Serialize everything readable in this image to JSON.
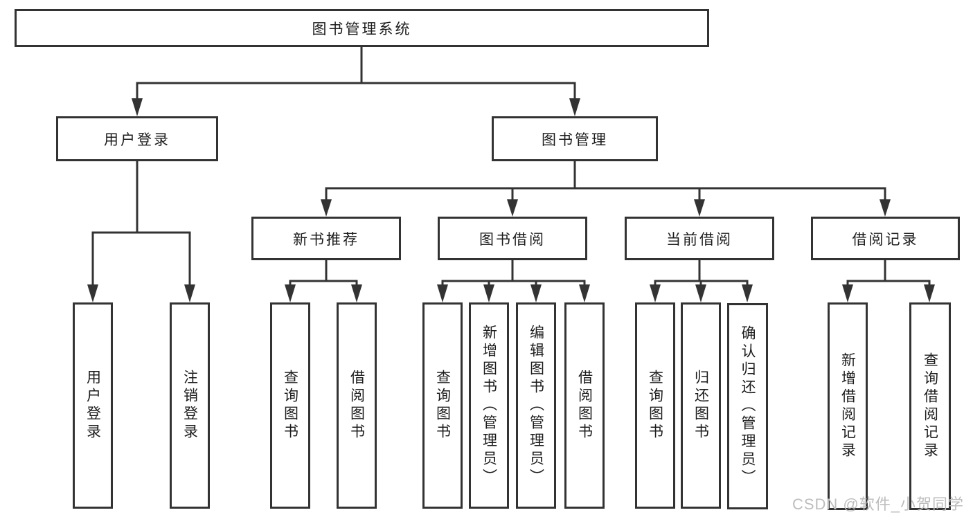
{
  "root": {
    "label": "图书管理系统"
  },
  "branches": [
    {
      "label": "用户登录"
    },
    {
      "label": "图书管理"
    }
  ],
  "sections": [
    {
      "label": "新书推荐"
    },
    {
      "label": "图书借阅"
    },
    {
      "label": "当前借阅"
    },
    {
      "label": "借阅记录"
    }
  ],
  "leaves": [
    {
      "label": "用户登录"
    },
    {
      "label": "注销登录"
    },
    {
      "label": "查询图书"
    },
    {
      "label": "借阅图书"
    },
    {
      "label": "查询图书"
    },
    {
      "label": "新增图书（管理员）"
    },
    {
      "label": "编辑图书（管理员）"
    },
    {
      "label": "借阅图书"
    },
    {
      "label": "查询图书"
    },
    {
      "label": "归还图书"
    },
    {
      "label": "确认归还（管理员）"
    },
    {
      "label": "新增借阅记录"
    },
    {
      "label": "查询借阅记录"
    }
  ],
  "watermark": "CSDN @软件_小贺同学",
  "colors": {
    "line": "#333333",
    "box_border": "#333333",
    "box_background": "#ffffff",
    "text": "#1c1c1c",
    "watermark": "#bdbdbd"
  }
}
